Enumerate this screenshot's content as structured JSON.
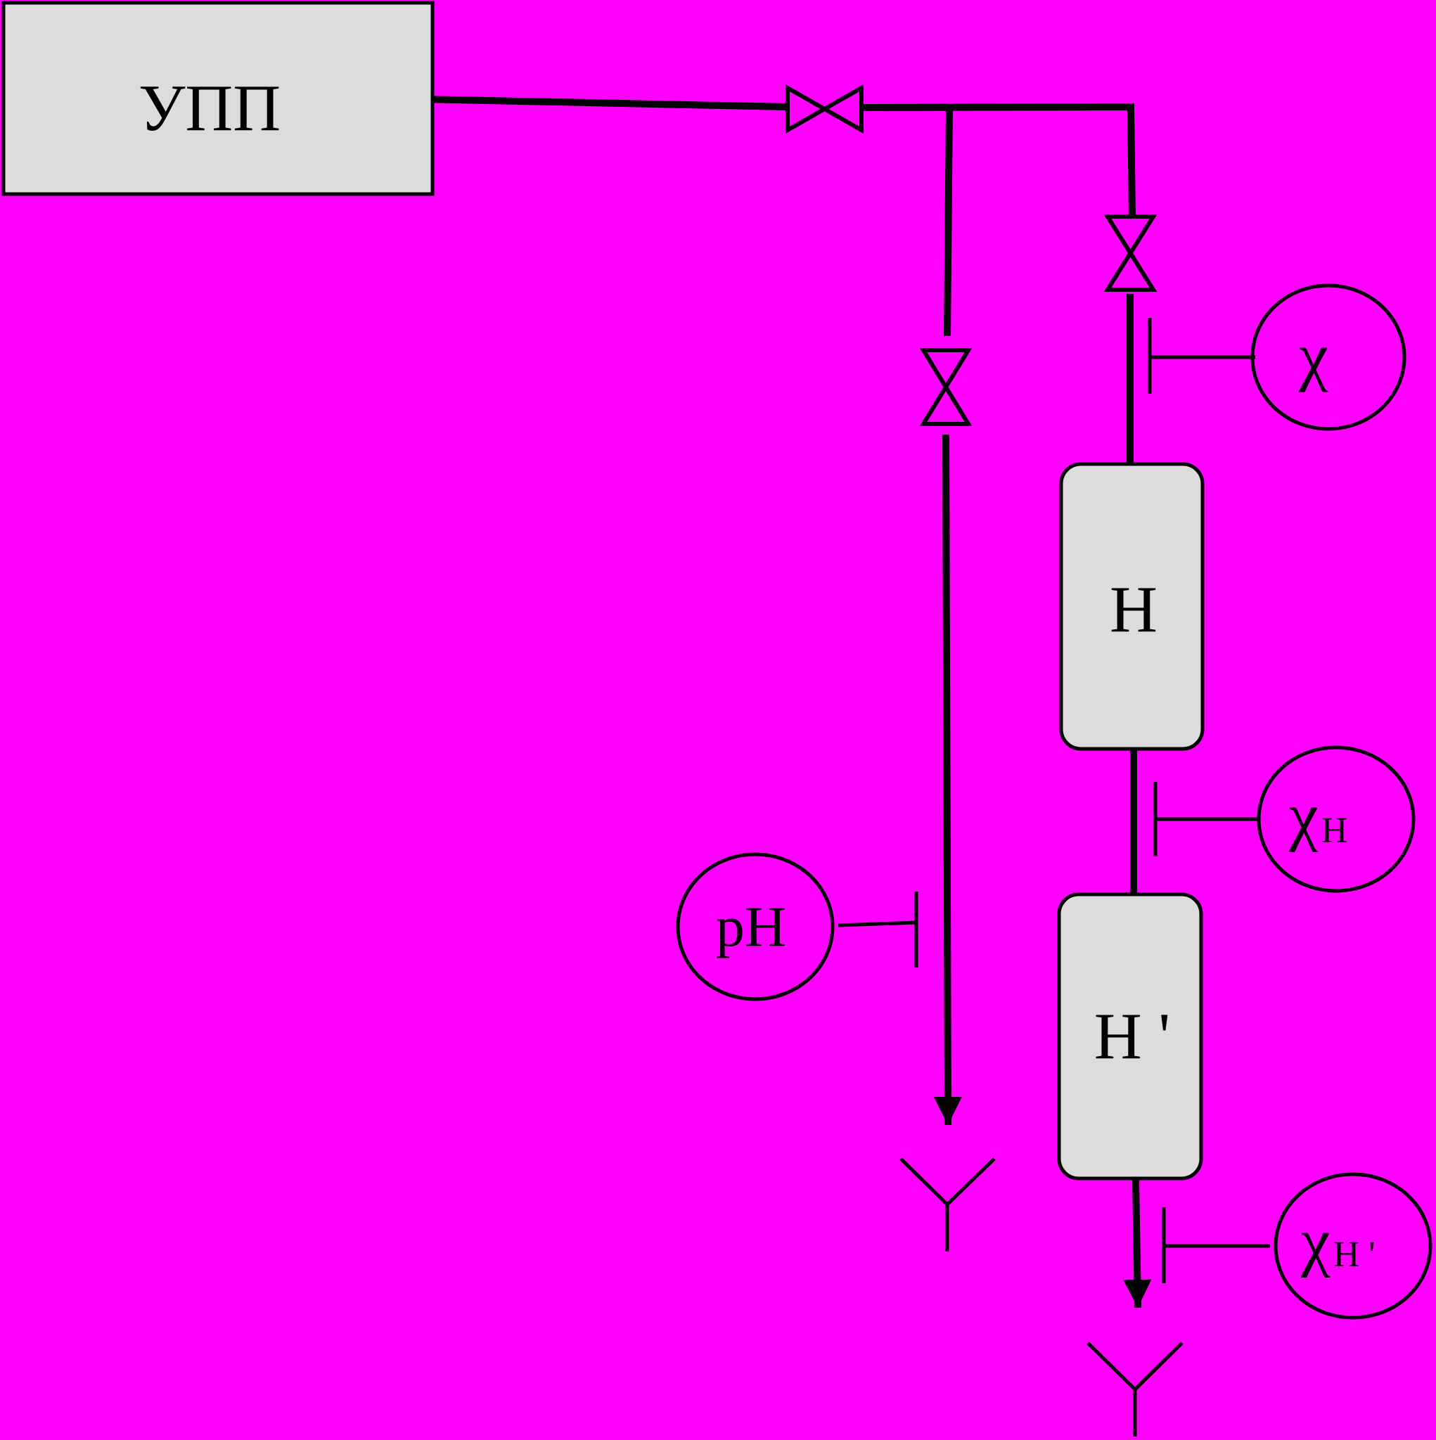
{
  "colors": {
    "background": "#FF00FF",
    "block_fill": "#DCDCDC",
    "line": "#000000"
  },
  "blocks": {
    "upp": "УПП",
    "column_h": "Н",
    "column_h_prime": "Н '"
  },
  "sensors": {
    "chi": {
      "symbol": "χ",
      "subscript": ""
    },
    "chi_h": {
      "symbol": "χ",
      "subscript": "Н"
    },
    "chi_h_prime": {
      "symbol": "χ",
      "subscript": "Н '"
    },
    "ph": {
      "symbol": "рН",
      "subscript": ""
    }
  },
  "icons": {
    "valve": "gate-valve-icon",
    "drain": "drain-icon",
    "flow": "flow-arrow-icon"
  }
}
